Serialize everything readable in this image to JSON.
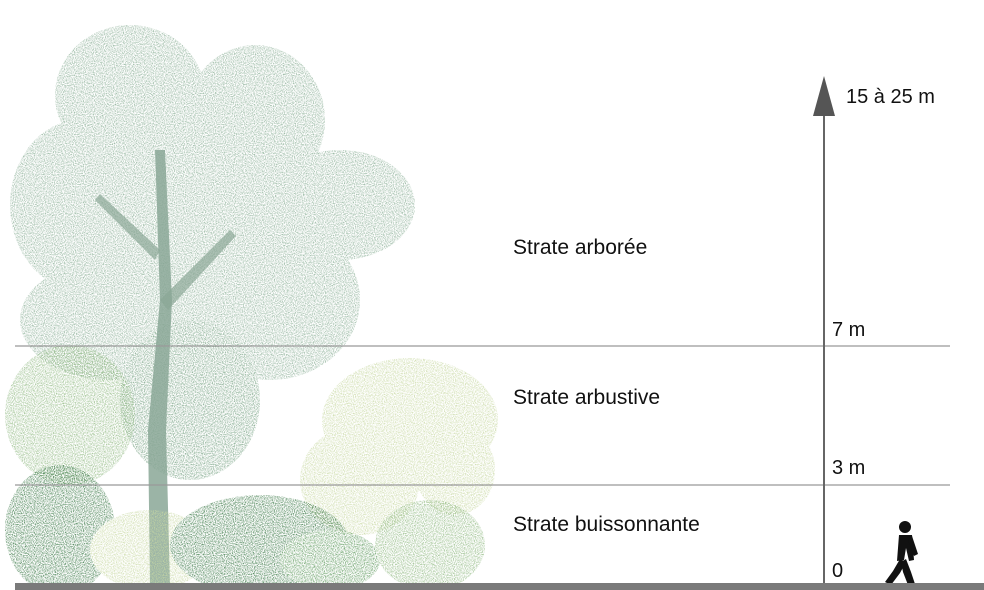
{
  "diagram": {
    "strata": [
      {
        "name": "Strate arborée"
      },
      {
        "name": "Strate arbustive"
      },
      {
        "name": "Strate buissonnante"
      }
    ],
    "scale_labels": {
      "top": "15 à 25 m",
      "seven": "7 m",
      "three": "3 m",
      "zero": "0"
    },
    "colors": {
      "tree_canopy": "#8fb29a",
      "tree_canopy_dark": "#7aa486",
      "shrub_light": "#c9d9a4",
      "shrub_mid": "#93bb85",
      "bush_dark": "#3f7c4b",
      "bush_mid": "#5f9a5e",
      "axis": "#666666",
      "strata_line": "#999999",
      "ground": "#7a7a7a",
      "person": "#111111"
    },
    "icons": {
      "person": "walking-person-icon",
      "axis_arrow": "arrow-up-icon"
    }
  }
}
